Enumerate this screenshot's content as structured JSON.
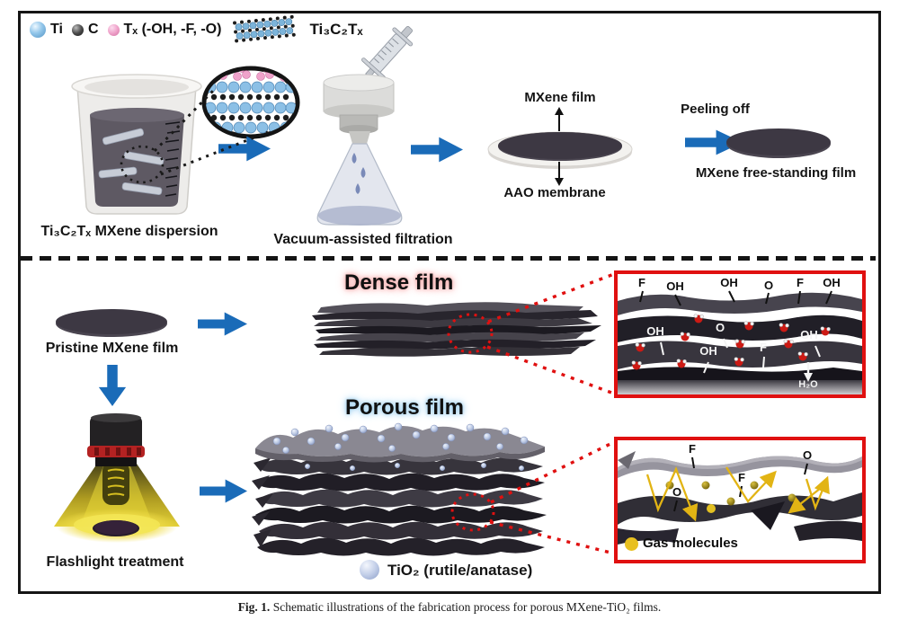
{
  "legend": {
    "ti": "Ti",
    "c": "C",
    "tx": "Tₓ (-OH, -F, -O)",
    "formula": "Ti₃C₂Tₓ"
  },
  "top": {
    "dispersion_label": "Ti₃C₂Tₓ MXene dispersion",
    "filtration_label": "Vacuum-assisted filtration",
    "mxene_film_label": "MXene film",
    "aao_label": "AAO membrane",
    "peeling_label": "Peeling off",
    "free_film_label": "MXene free-standing film"
  },
  "bottom": {
    "pristine_label": "Pristine MXene film",
    "dense_title": "Dense film",
    "porous_title": "Porous film",
    "flashlight_label": "Flashlight treatment",
    "tio2_label": "TiO₂ (rutile/anatase)"
  },
  "dense_inset": {
    "top_labels": [
      "F",
      "OH",
      "OH",
      "O",
      "F",
      "OH"
    ],
    "inner_labels": [
      "OH",
      "O",
      "OH",
      "F",
      "OH"
    ],
    "h2o_label": "H₂O"
  },
  "porous_inset": {
    "labels": [
      "F",
      "O",
      "F",
      "O"
    ],
    "gas_label": "Gas molecules"
  },
  "caption": {
    "prefix": "Fig. 1.",
    "text": "Schematic illustrations of the fabrication process for porous MXene-TiO₂ films."
  },
  "colors": {
    "arrow_blue": "#1a6bb8",
    "inset_red": "#e01010",
    "tio2_sphere": "#b4c2e0",
    "gas_yellow": "#e2b414",
    "water_red": "#cc1a14"
  }
}
